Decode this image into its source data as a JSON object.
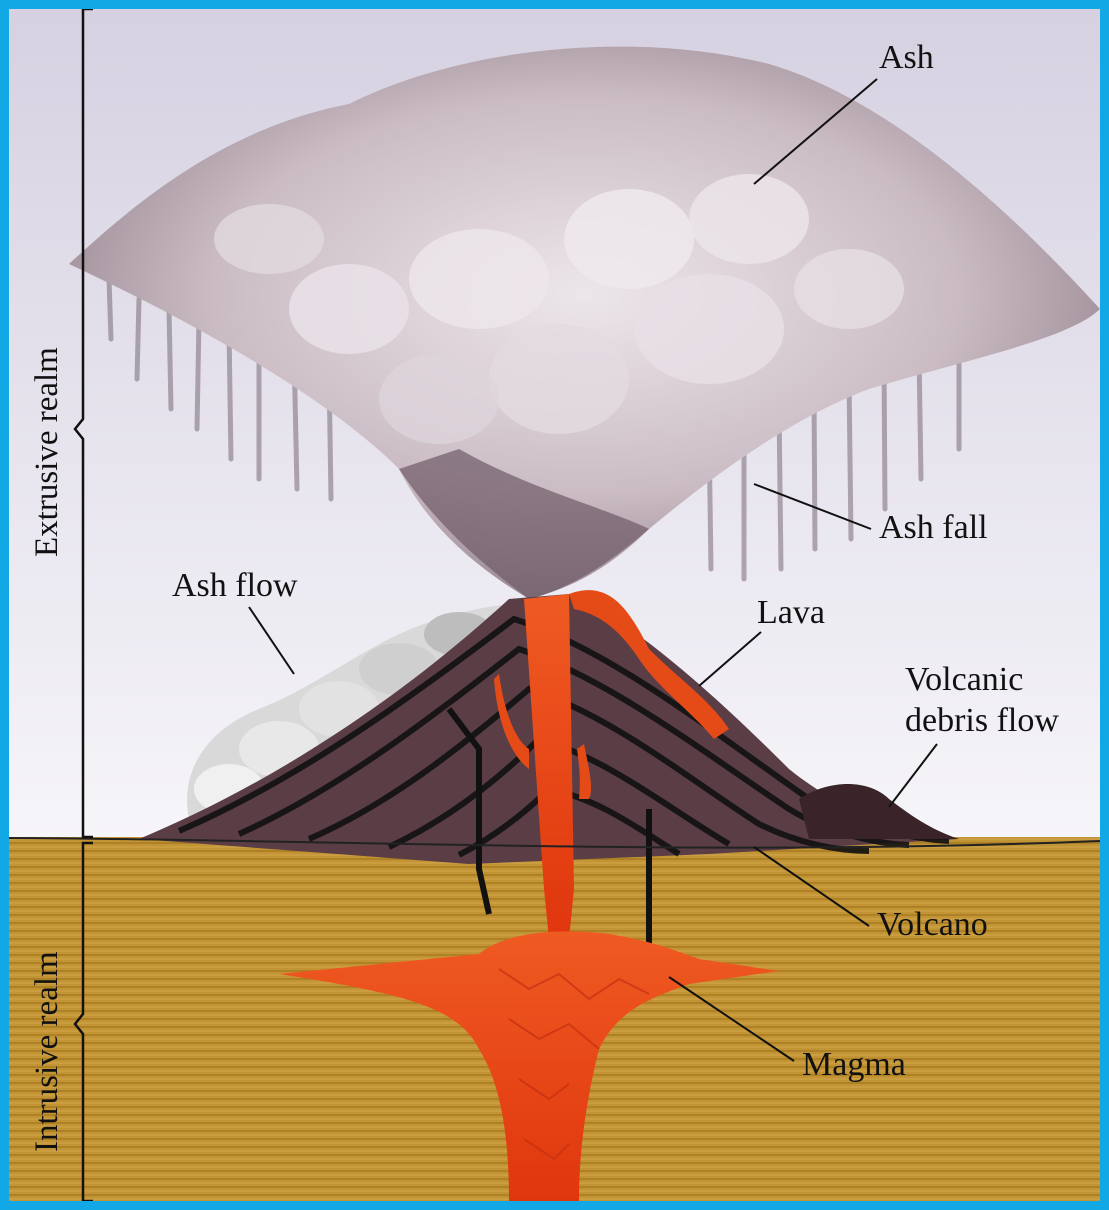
{
  "labels": {
    "ash": "Ash",
    "ash_fall": "Ash fall",
    "ash_flow": "Ash flow",
    "lava": "Lava",
    "volcanic_debris_flow_line1": "Volcanic",
    "volcanic_debris_flow_line2": "debris flow",
    "volcano": "Volcano",
    "magma": "Magma"
  },
  "realms": {
    "extrusive": "Extrusive realm",
    "intrusive": "Intrusive realm"
  },
  "colors": {
    "frame": "#12a8e6",
    "sky_top": "#d8d3e2",
    "sky_bottom": "#f4f3f8",
    "ground": "#c09233",
    "magma": "#e23f15",
    "volcano": "#5a3c44",
    "ash": "#c9b8c2"
  }
}
